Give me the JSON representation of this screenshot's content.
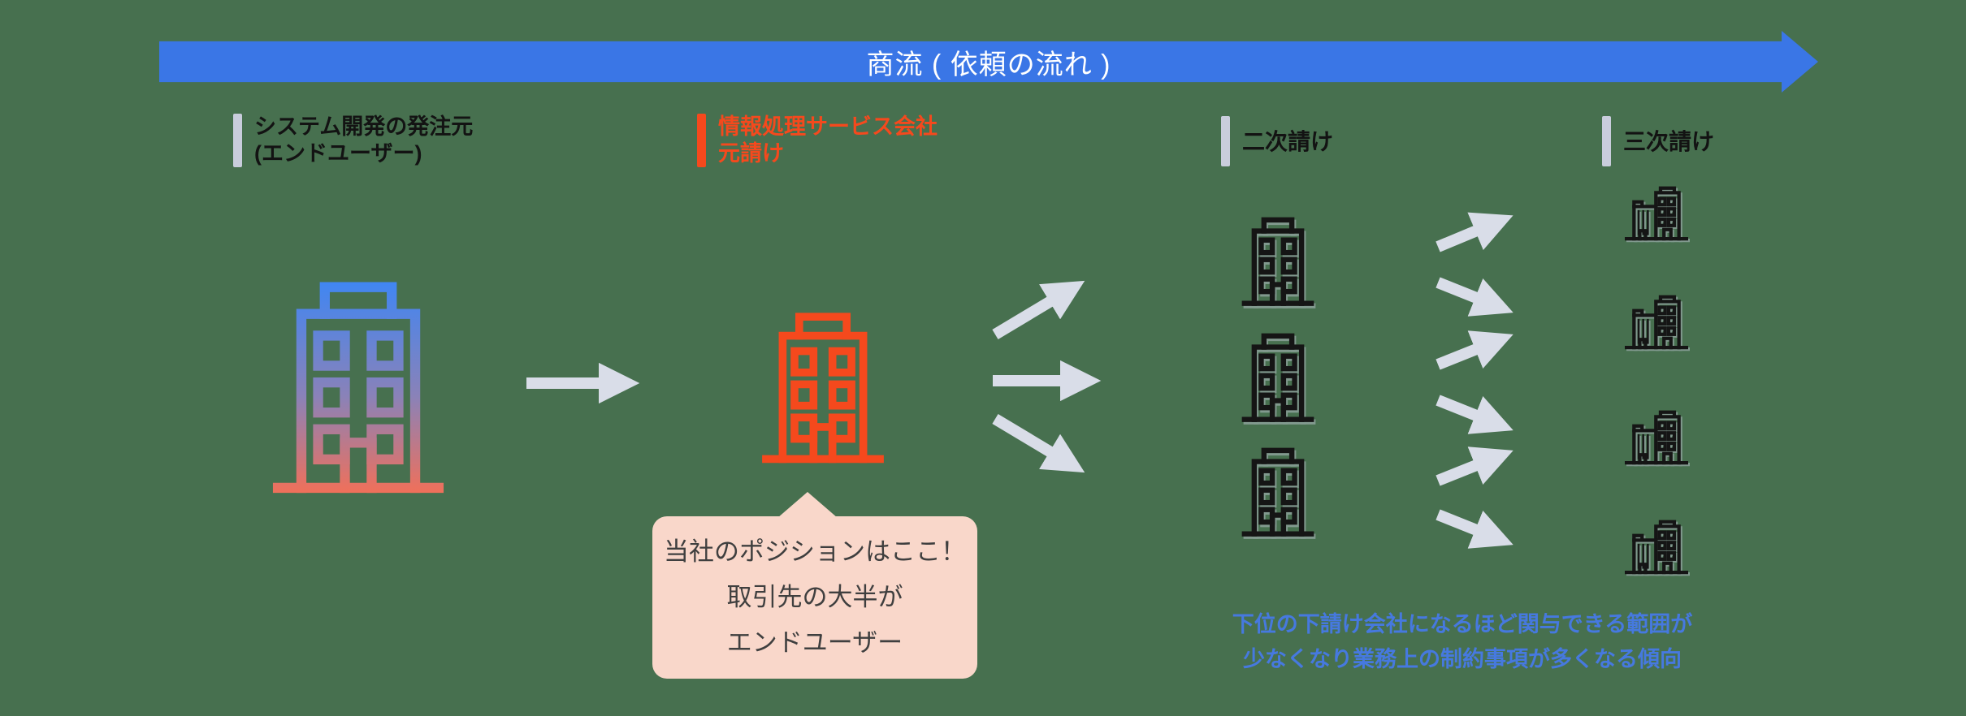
{
  "flow_arrow": {
    "label": "商流 ( 依頼の流れ )"
  },
  "columns": [
    {
      "id": "end-user",
      "label_line1": "システム開発の発注元",
      "label_line2": "(エンドユーザー)"
    },
    {
      "id": "prime",
      "label_line1": "情報処理サービス会社",
      "label_line2": "元請け"
    },
    {
      "id": "second-tier",
      "label_line1": "二次請け",
      "label_line2": ""
    },
    {
      "id": "third-tier",
      "label_line1": "三次請け",
      "label_line2": ""
    }
  ],
  "callout": {
    "line1": "当社のポジションはここ！",
    "line2": "取引先の大半が",
    "line3": "エンドユーザー"
  },
  "note": {
    "line1": "下位の下請け会社になるほど関与できる範囲が",
    "line2": "少なくなり業務上の制約事項が多くなる傾向"
  },
  "icons": {
    "building-outline": "multi-story office building outline: parapet, six windows, center door, ground line",
    "building-pair": "small two-building cluster outline: striped low building beside taller six-window building",
    "arrow-right": "flow arrow pointing right",
    "fan-arrows": "gray arrows fanning out to subcontractor tiers"
  },
  "colors": {
    "background": "#47704F",
    "flow_arrow_blue": "#3A76E6",
    "accent_red": "#F5491D",
    "building_gradient_top": "#3E86F4",
    "building_gradient_mid": "#8A82B8",
    "building_gradient_bottom": "#F0705A",
    "building_black": "#151515",
    "connector_gray": "#D9DDE8",
    "label_bar_gray": "#C9CDDC",
    "callout_bg": "#F9D7CA",
    "callout_text": "#3F3F3F",
    "note_blue": "#4679DF"
  }
}
